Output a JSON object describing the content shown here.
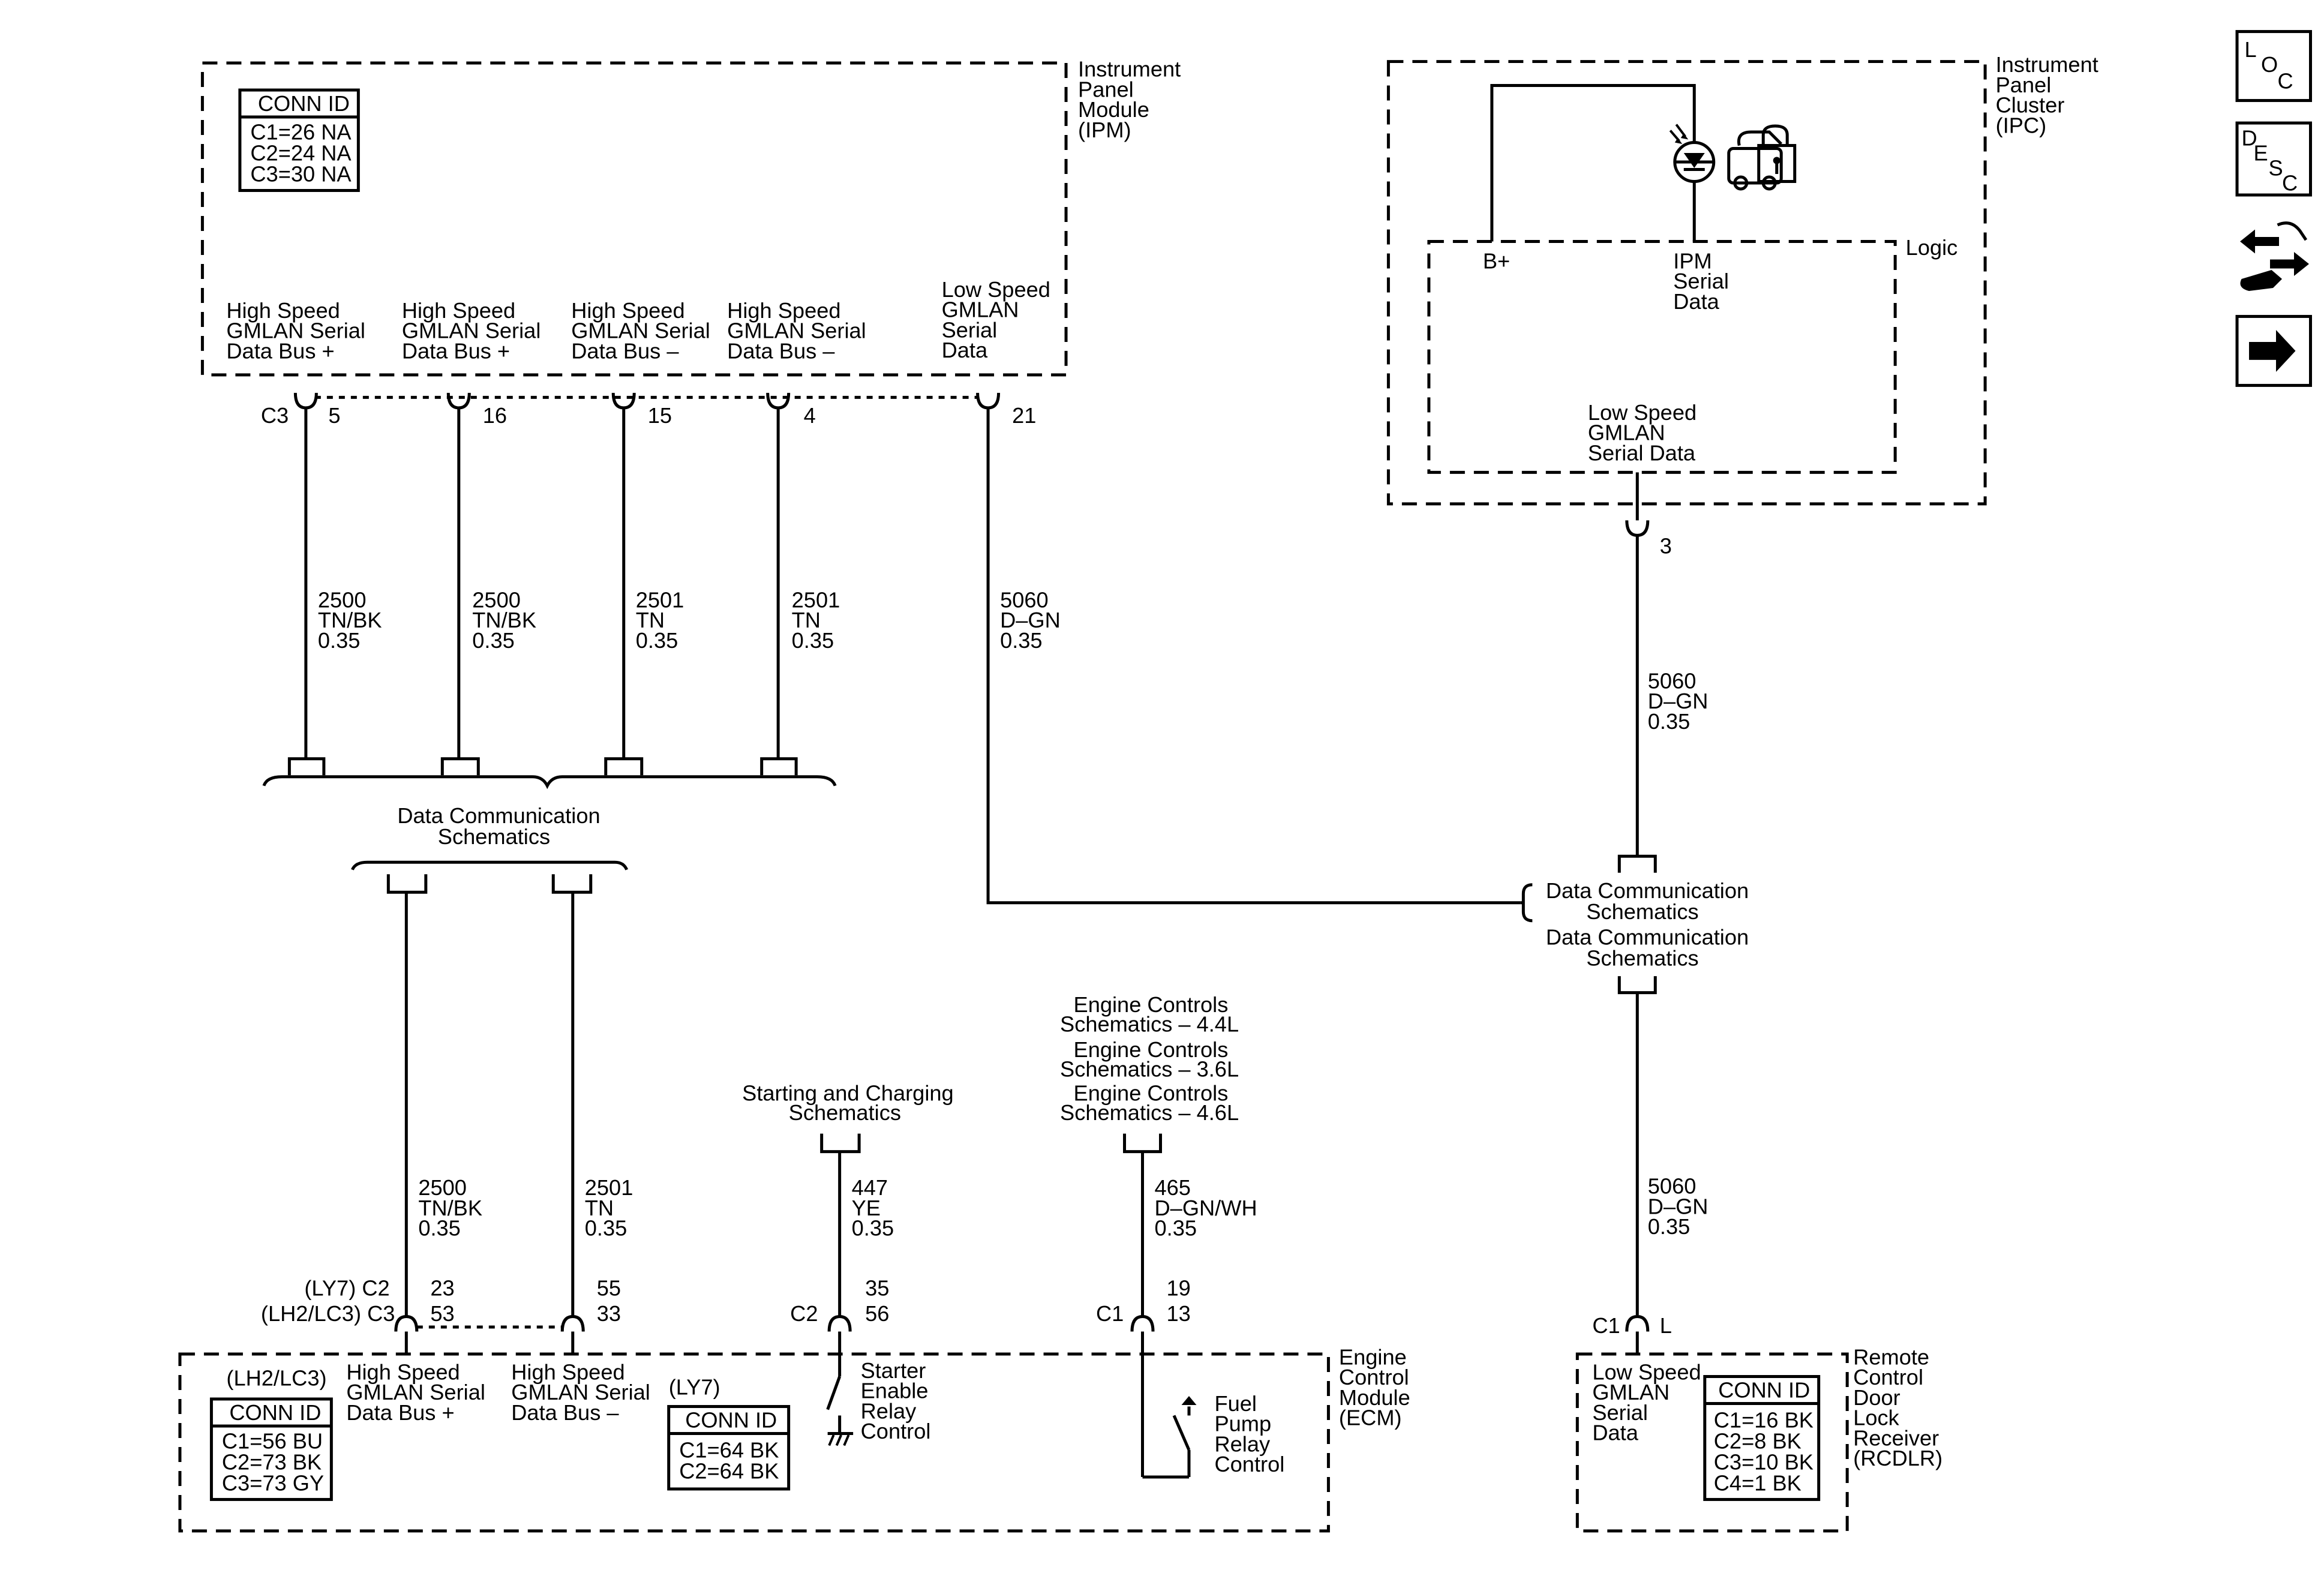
{
  "ipm": {
    "title": [
      "Instrument",
      "Panel",
      "Module",
      "(IPM)"
    ],
    "conn_header": "CONN ID",
    "conn_rows": [
      "C1=26 NA",
      "C2=24 NA",
      "C3=30 NA"
    ],
    "pin_labels": [
      [
        "High Speed",
        "GMLAN Serial",
        "Data Bus +"
      ],
      [
        "High Speed",
        "GMLAN Serial",
        "Data Bus +"
      ],
      [
        "High Speed",
        "GMLAN Serial",
        "Data Bus –"
      ],
      [
        "High Speed",
        "GMLAN Serial",
        "Data Bus –"
      ],
      [
        "Low Speed",
        "GMLAN",
        "Serial",
        "Data"
      ]
    ],
    "connector": "C3",
    "pins": [
      "5",
      "16",
      "15",
      "4",
      "21"
    ]
  },
  "ipm_wires": [
    [
      "2500",
      "TN/BK",
      "0.35"
    ],
    [
      "2500",
      "TN/BK",
      "0.35"
    ],
    [
      "2501",
      "TN",
      "0.35"
    ],
    [
      "2501",
      "TN",
      "0.35"
    ],
    [
      "5060",
      "D–GN",
      "0.35"
    ]
  ],
  "data_comm_top": [
    "Data Communication",
    "Schematics"
  ],
  "ipc": {
    "title": [
      "Instrument",
      "Panel",
      "Cluster",
      "(IPC)"
    ],
    "logic": "Logic",
    "bplus": "B+",
    "ipm_serial": [
      "IPM",
      "Serial",
      "Data"
    ],
    "low_speed": [
      "Low Speed",
      "GMLAN",
      "Serial Data"
    ],
    "pin": "3"
  },
  "ipc_wire": [
    "5060",
    "D–GN",
    "0.35"
  ],
  "data_comm_right": [
    "Data Communication",
    "Schematics",
    "Data Communication",
    "Schematics"
  ],
  "rcdlr_wire": [
    "5060",
    "D–GN",
    "0.35"
  ],
  "rcdlr": {
    "title": [
      "Remote",
      "Control",
      "Door",
      "Lock",
      "Receiver",
      "(RCDLR)"
    ],
    "connector": "C1",
    "pin": "L",
    "pin_label": [
      "Low Speed",
      "GMLAN",
      "Serial",
      "Data"
    ],
    "conn_header": "CONN ID",
    "conn_rows": [
      "C1=16 BK",
      "C2=8 BK",
      "C3=10 BK",
      "C4=1 BK"
    ]
  },
  "ecm_wires": [
    [
      "2500",
      "TN/BK",
      "0.35"
    ],
    [
      "2501",
      "TN",
      "0.35"
    ],
    [
      "447",
      "YE",
      "0.35"
    ],
    [
      "465",
      "D–GN/WH",
      "0.35"
    ]
  ],
  "starting": [
    "Starting and Charging",
    "Schematics"
  ],
  "engine_controls": [
    "Engine Controls",
    "Schematics – 4.4L",
    "Engine Controls",
    "Schematics – 3.6L",
    "Engine Controls",
    "Schematics – 4.6L"
  ],
  "ecm": {
    "title": [
      "Engine",
      "Control",
      "Module",
      "(ECM)"
    ],
    "ly7_c2": "(LY7) C2",
    "lh2_c3": "(LH2/LC3) C3",
    "pins_ly7": [
      "23",
      "55"
    ],
    "pins_lh2": [
      "53",
      "33"
    ],
    "c2": "C2",
    "c1": "C1",
    "starter_pins": [
      "35",
      "56"
    ],
    "fuel_pins": [
      "19",
      "13"
    ],
    "hs_plus": [
      "High Speed",
      "GMLAN Serial",
      "Data Bus +"
    ],
    "hs_minus": [
      "High Speed",
      "GMLAN Serial",
      "Data Bus –"
    ],
    "starter": [
      "Starter",
      "Enable",
      "Relay",
      "Control"
    ],
    "fuel": [
      "Fuel",
      "Pump",
      "Relay",
      "Control"
    ],
    "lh2_label": "(LH2/LC3)",
    "lh2_conn_header": "CONN ID",
    "lh2_conn": [
      "C1=56 BU",
      "C2=73 BK",
      "C3=73 GY"
    ],
    "ly7_label": "(LY7)",
    "ly7_conn_header": "CONN ID",
    "ly7_conn": [
      "C1=64 BK",
      "C2=64 BK"
    ]
  },
  "sidebar": {
    "loc": [
      "L",
      "O",
      "C"
    ],
    "desc": [
      "D",
      "E",
      "S",
      "C"
    ]
  }
}
